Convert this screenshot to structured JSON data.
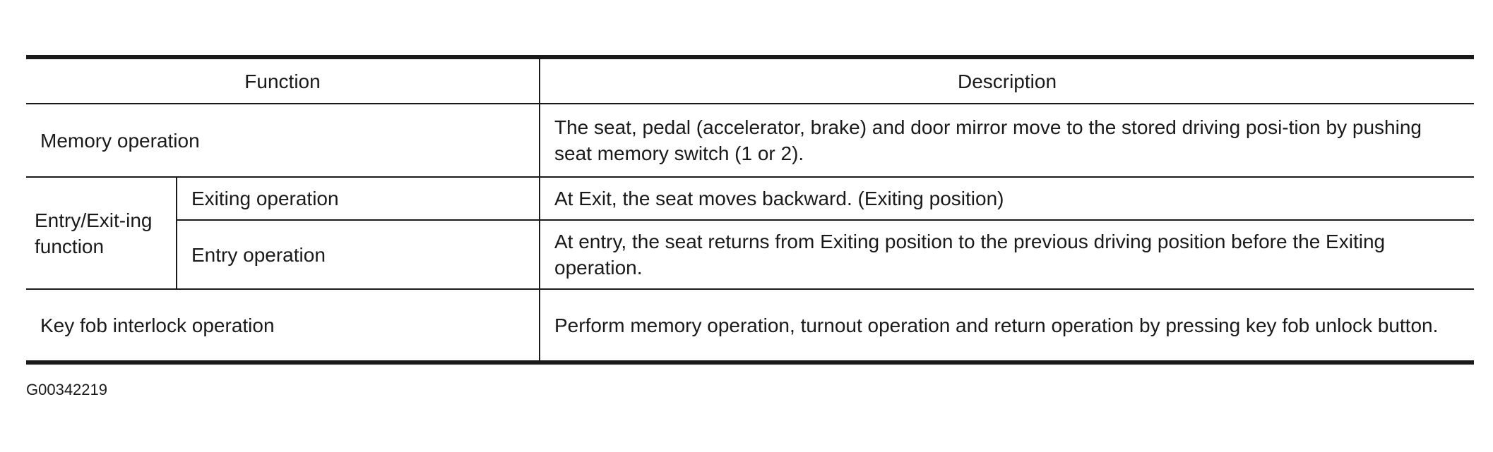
{
  "table": {
    "headers": {
      "function": "Function",
      "description": "Description"
    },
    "rows": {
      "memory": {
        "function": "Memory operation",
        "description": "The seat, pedal (accelerator, brake) and door mirror move to the stored driving posi-tion by pushing seat memory switch (1 or 2)."
      },
      "entry_exit_group": "Entry/Exit-ing function",
      "exiting": {
        "function": "Exiting operation",
        "description": "At Exit, the seat moves backward. (Exiting position)"
      },
      "entry": {
        "function": "Entry operation",
        "description": "At entry, the seat returns from Exiting position to the previous driving position before the Exiting operation."
      },
      "keyfob": {
        "function": "Key fob interlock operation",
        "description": "Perform memory operation, turnout operation and return operation by pressing key fob unlock button."
      }
    }
  },
  "figure_id": "G00342219"
}
